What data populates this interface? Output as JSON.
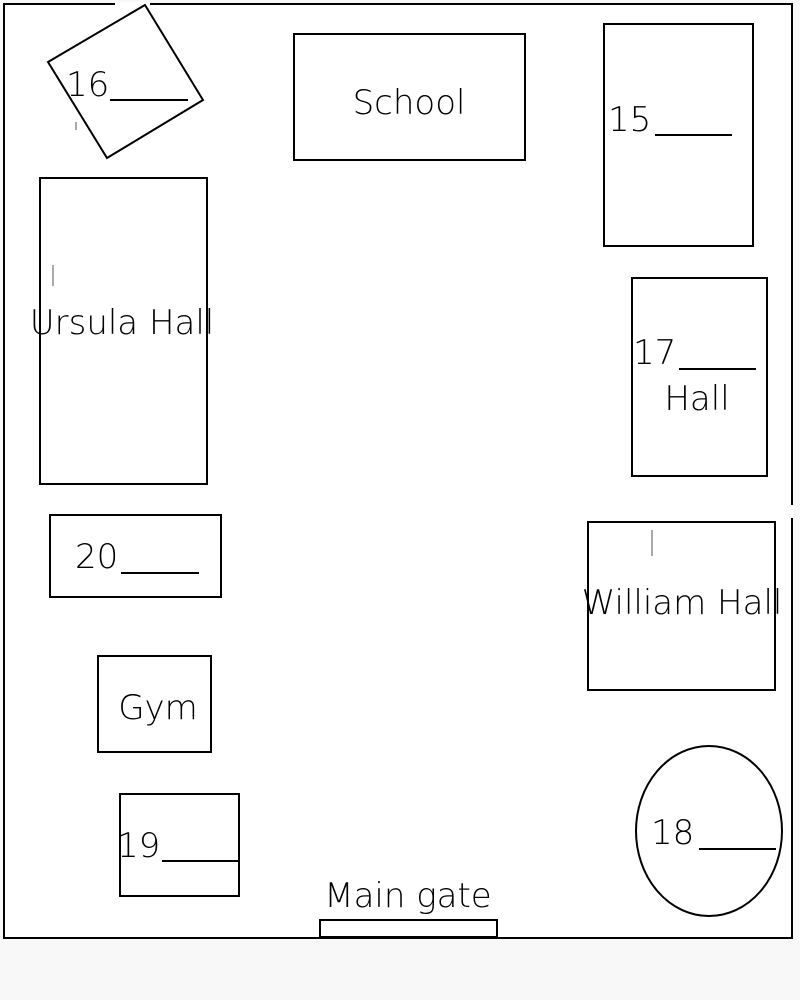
{
  "buildings": {
    "school": "School",
    "ursula": "Ursula Hall",
    "william": "William Hall",
    "gym": "Gym"
  },
  "blanks": {
    "q15": "15",
    "q16": "16",
    "q17": "17",
    "q17_suffix": "Hall",
    "q18": "18",
    "q19": "19",
    "q20": "20"
  },
  "gate": {
    "label": "Main gate"
  }
}
